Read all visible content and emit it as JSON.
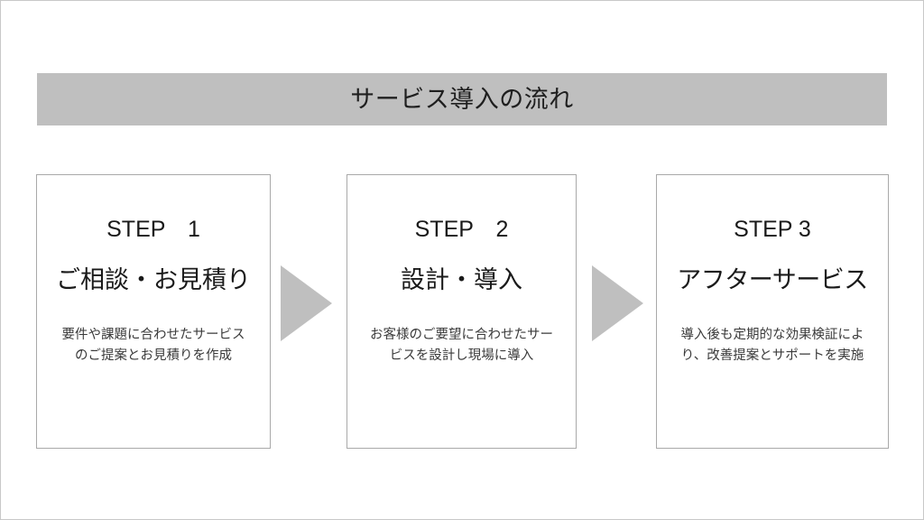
{
  "slide": {
    "title": "サービス導入の流れ",
    "title_band_color": "#bfbfbf",
    "background_color": "#ffffff",
    "border_color": "#c8c8c8"
  },
  "arrows": {
    "color": "#bfbfbf",
    "icon": "triangle-right-icon",
    "count": 2
  },
  "steps": [
    {
      "label": "STEP　1",
      "heading": "ご相談・お見積り",
      "body": "要件や課題に合わせたサービスのご提案とお見積りを作成"
    },
    {
      "label": "STEP　2",
      "heading": "設計・導入",
      "body": "お客様のご要望に合わせたサービスを設計し現場に導入"
    },
    {
      "label": "STEP 3",
      "heading": "アフターサービス",
      "body": "導入後も定期的な効果検証により、改善提案とサポートを実施"
    }
  ]
}
